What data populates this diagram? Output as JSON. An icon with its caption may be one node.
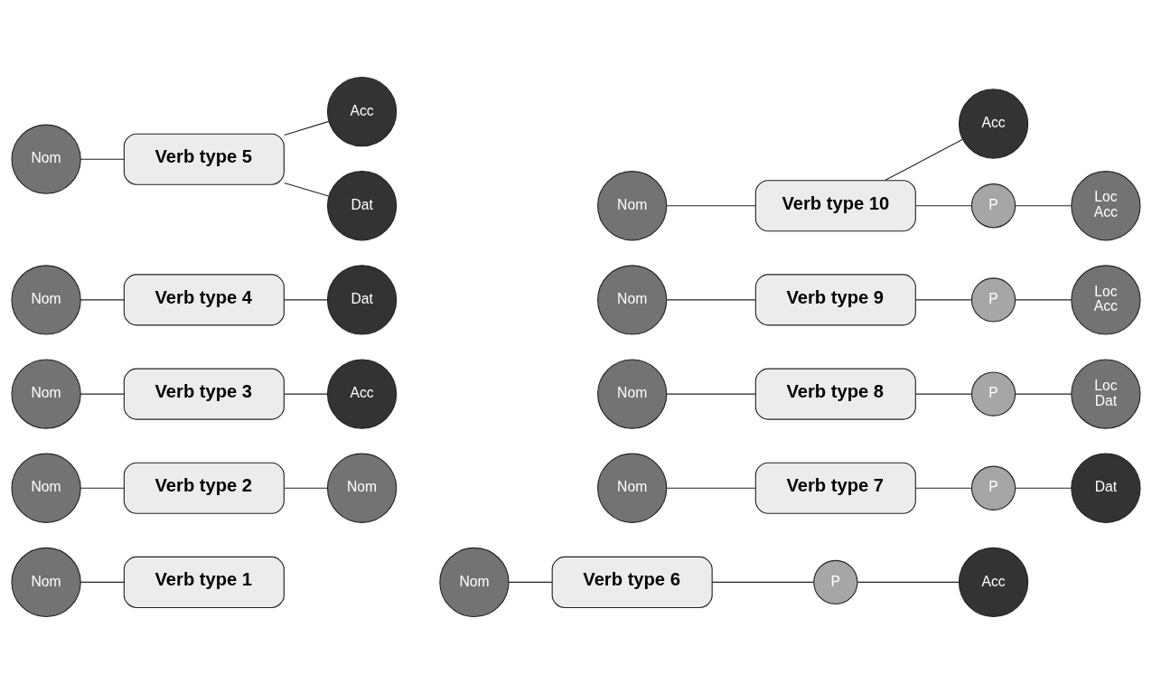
{
  "diagram": {
    "nodes": [
      {
        "text": [
          "Nom"
        ]
      },
      {
        "text": [
          "Verb type 1"
        ]
      },
      {
        "text": [
          "Nom"
        ]
      },
      {
        "text": [
          "Verb type 6"
        ]
      },
      {
        "text": [
          "P"
        ]
      },
      {
        "text": [
          "Acc"
        ]
      },
      {
        "text": [
          "Nom"
        ]
      },
      {
        "text": [
          "Verb type 2"
        ]
      },
      {
        "text": [
          "Nom"
        ]
      },
      {
        "text": [
          "Nom"
        ]
      },
      {
        "text": [
          "Verb type 7"
        ]
      },
      {
        "text": [
          "P"
        ]
      },
      {
        "text": [
          "Dat"
        ]
      },
      {
        "text": [
          "Nom"
        ]
      },
      {
        "text": [
          "Verb type 3"
        ]
      },
      {
        "text": [
          "Acc"
        ]
      },
      {
        "text": [
          "Nom"
        ]
      },
      {
        "text": [
          "Verb type 8"
        ]
      },
      {
        "text": [
          "P"
        ]
      },
      {
        "text": [
          "Loc Dat"
        ]
      },
      {
        "text": [
          "Nom"
        ]
      },
      {
        "text": [
          "Verb type 4"
        ]
      },
      {
        "text": [
          "Dat"
        ]
      },
      {
        "text": [
          "Nom"
        ]
      },
      {
        "text": [
          "Verb type 9"
        ]
      },
      {
        "text": [
          "P"
        ]
      },
      {
        "text": [
          "Loc Acc"
        ]
      },
      {
        "text": [
          "Nom"
        ]
      },
      {
        "text": [
          "Verb type 5"
        ]
      },
      {
        "text": [
          "Acc"
        ]
      },
      {
        "text": [
          "Dat"
        ]
      },
      {
        "text": [
          "Nom"
        ]
      },
      {
        "text": [
          "Verb type 10"
        ]
      },
      {
        "text": [
          "Acc"
        ]
      },
      {
        "text": [
          "P"
        ]
      },
      {
        "text": [
          "Loc Acc"
        ]
      }
    ],
    "edges": [
      {
        "from": 0,
        "to": 1,
        "arrow": "none"
      },
      {
        "from": 2,
        "to": 3,
        "arrow": "none"
      },
      {
        "from": 3,
        "to": 4,
        "arrow": "none"
      },
      {
        "from": 4,
        "to": 5,
        "arrow": "none"
      },
      {
        "from": 6,
        "to": 7,
        "arrow": "none"
      },
      {
        "from": 7,
        "to": 8,
        "arrow": "none"
      },
      {
        "from": 9,
        "to": 10,
        "arrow": "none"
      },
      {
        "from": 10,
        "to": 11,
        "arrow": "none"
      },
      {
        "from": 11,
        "to": 12,
        "arrow": "none"
      },
      {
        "from": 13,
        "to": 14,
        "arrow": "none"
      },
      {
        "from": 14,
        "to": 15,
        "arrow": "none"
      },
      {
        "from": 16,
        "to": 17,
        "arrow": "none"
      },
      {
        "from": 17,
        "to": 18,
        "arrow": "none"
      },
      {
        "from": 18,
        "to": 19,
        "arrow": "none"
      },
      {
        "from": 20,
        "to": 21,
        "arrow": "none"
      },
      {
        "from": 21,
        "to": 22,
        "arrow": "none"
      },
      {
        "from": 23,
        "to": 24,
        "arrow": "none"
      },
      {
        "from": 24,
        "to": 25,
        "arrow": "none"
      },
      {
        "from": 25,
        "to": 26,
        "arrow": "none"
      },
      {
        "from": 27,
        "to": 28,
        "arrow": "none"
      },
      {
        "from": 28,
        "to": 29,
        "arrow": "none"
      },
      {
        "from": 28,
        "to": 30,
        "arrow": "none"
      },
      {
        "from": 31,
        "to": 32,
        "arrow": "none"
      },
      {
        "from": 32,
        "to": 33,
        "arrow": "none"
      },
      {
        "from": 32,
        "to": 34,
        "arrow": "none"
      },
      {
        "from": 34,
        "to": 35,
        "arrow": "none"
      }
    ]
  }
}
